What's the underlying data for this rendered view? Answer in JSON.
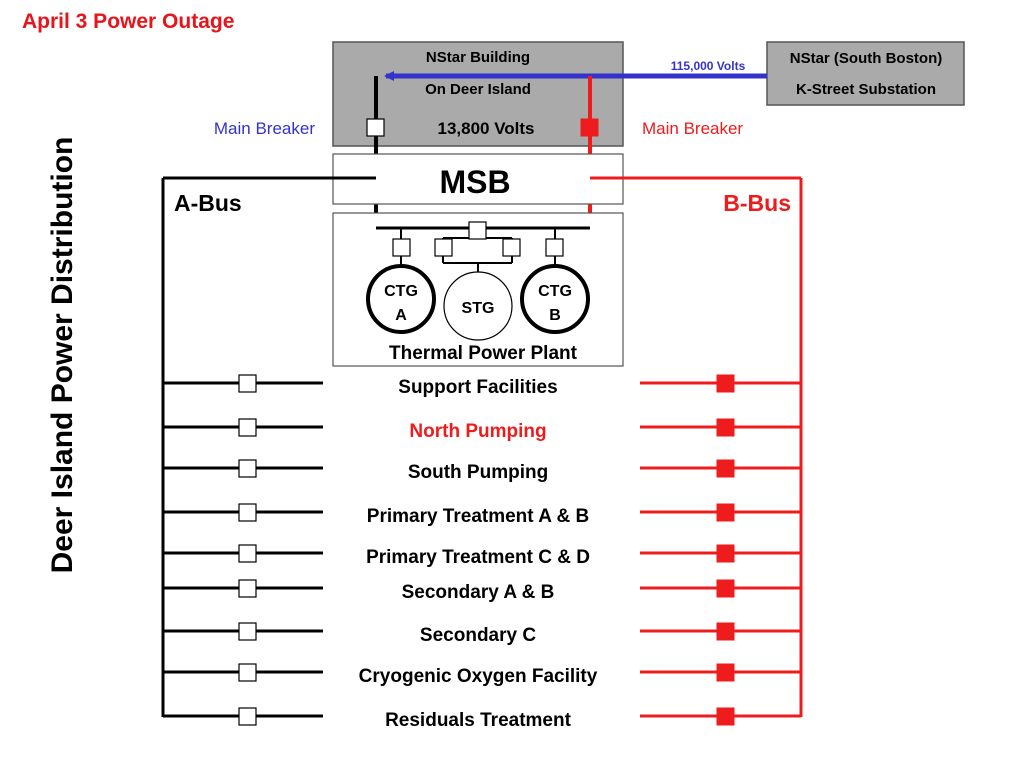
{
  "title": "April 3 Power Outage",
  "vertical_title": "Deer Island Power Distribution",
  "nstar_building": {
    "line1": "NStar Building",
    "line2": "On Deer Island",
    "voltage": "13,800 Volts"
  },
  "substation": {
    "line1": "NStar (South Boston)",
    "line2": "K-Street Substation"
  },
  "feed_voltage": "115,000 Volts",
  "main_breaker_left": "Main Breaker",
  "main_breaker_right": "Main Breaker",
  "msb": "MSB",
  "a_bus": "A-Bus",
  "b_bus": "B-Bus",
  "plant": {
    "label": "Thermal Power Plant",
    "ctg_a_line1": "CTG",
    "ctg_a_line2": "A",
    "stg": "STG",
    "ctg_b_line1": "CTG",
    "ctg_b_line2": "B"
  },
  "facilities": [
    {
      "label": "Support Facilities",
      "highlighted": false
    },
    {
      "label": "North Pumping",
      "highlighted": true
    },
    {
      "label": "South Pumping",
      "highlighted": false
    },
    {
      "label": "Primary Treatment A & B",
      "highlighted": false
    },
    {
      "label": "Primary Treatment C & D",
      "highlighted": false
    },
    {
      "label": "Secondary A & B",
      "highlighted": false
    },
    {
      "label": "Secondary C",
      "highlighted": false
    },
    {
      "label": "Cryogenic Oxygen Facility",
      "highlighted": false
    },
    {
      "label": "Residuals Treatment",
      "highlighted": false
    }
  ],
  "colors": {
    "title": "#e8141b",
    "a_bus": "#000000",
    "b_bus": "#ee1c1c",
    "feed": "#3333cc",
    "building_fill": "#aaaaaa",
    "highlight_text": "#ee1c1c",
    "main_breaker_left": "#3333cc",
    "main_breaker_right": "#ee1c1c"
  }
}
